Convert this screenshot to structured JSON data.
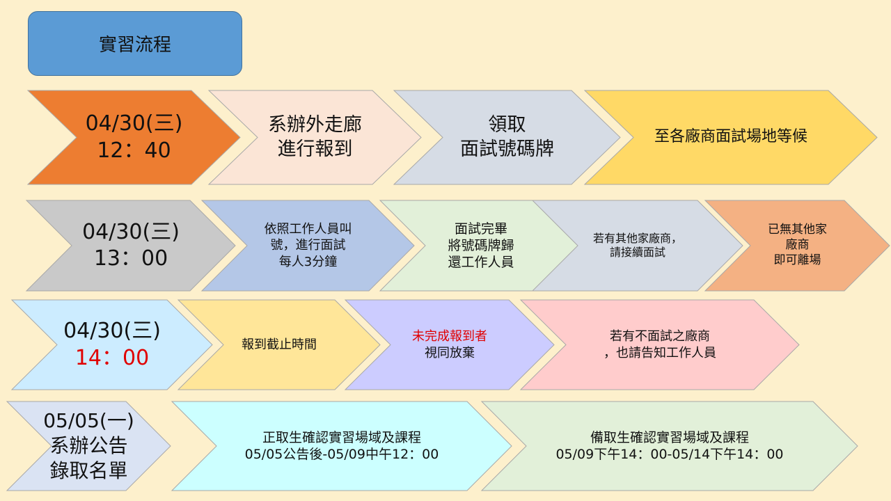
{
  "title": "實習流程",
  "rows": [
    {
      "steps": [
        {
          "fill": "#ed7d31",
          "lines": [
            {
              "text": "04/30(三)"
            },
            {
              "text": "12：40"
            }
          ],
          "size": 30
        },
        {
          "fill": "#fbe5d6",
          "lines": [
            {
              "text": "系辦外走廊"
            },
            {
              "text": "進行報到"
            }
          ],
          "size": 27
        },
        {
          "fill": "#d6dce5",
          "lines": [
            {
              "text": "領取"
            },
            {
              "text": "面試號碼牌"
            }
          ],
          "size": 27
        },
        {
          "fill": "#ffd966",
          "lines": [
            {
              "text": "至各廠商面試場地等候"
            }
          ],
          "size": 22
        }
      ]
    },
    {
      "steps": [
        {
          "fill": "#c9c9c9",
          "lines": [
            {
              "text": "04/30(三)"
            },
            {
              "text": "13：00"
            }
          ],
          "size": 30
        },
        {
          "fill": "#b4c7e7",
          "lines": [
            {
              "text": "依照工作人員叫"
            },
            {
              "text": "號，進行面試"
            },
            {
              "text": "每人3分鐘"
            }
          ],
          "size": 18
        },
        {
          "fill": "#e2f0d9",
          "lines": [
            {
              "text": "面試完畢"
            },
            {
              "text": "將號碼牌歸"
            },
            {
              "text": "還工作人員"
            }
          ],
          "size": 19
        },
        {
          "fill": "#d6dce5",
          "lines": [
            {
              "text": "若有其他家廠商，"
            },
            {
              "text": "請接續面試"
            }
          ],
          "size": 16
        },
        {
          "fill": "#f4b183",
          "lines": [
            {
              "text": "已無其他家"
            },
            {
              "text": "廠商"
            },
            {
              "text": "即可離場"
            }
          ],
          "size": 17
        }
      ]
    },
    {
      "steps": [
        {
          "fill": "#ccecff",
          "lines": [
            {
              "text": "04/30(三)"
            },
            {
              "text": "14：00",
              "color": "#e00000"
            }
          ],
          "size": 30
        },
        {
          "fill": "#ffe699",
          "lines": [
            {
              "text": "報到截止時間"
            }
          ],
          "size": 18
        },
        {
          "fill": "#ccccff",
          "lines": [
            {
              "text": "未完成報到者",
              "color": "#e00000"
            },
            {
              "text": "視同放棄"
            }
          ],
          "size": 18
        },
        {
          "fill": "#ffcccc",
          "lines": [
            {
              "text": "若有不面試之廠商"
            },
            {
              "text": "，也請告知工作人員"
            }
          ],
          "size": 18
        }
      ]
    },
    {
      "steps": [
        {
          "fill": "#dae3f3",
          "lines": [
            {
              "text": "05/05(一)"
            },
            {
              "text": "系辦公告"
            },
            {
              "text": "錄取名單"
            }
          ],
          "size": 28
        },
        {
          "fill": "#ccffff",
          "lines": [
            {
              "text": "正取生確認實習場域及課程"
            },
            {
              "text": "05/05公告後-05/09中午12：00"
            }
          ],
          "size": 19
        },
        {
          "fill": "#e2f0d9",
          "lines": [
            {
              "text": "備取生確認實習場域及課程"
            },
            {
              "text": "05/09下午14：00-05/14下午14：00"
            }
          ],
          "size": 19
        }
      ]
    }
  ]
}
